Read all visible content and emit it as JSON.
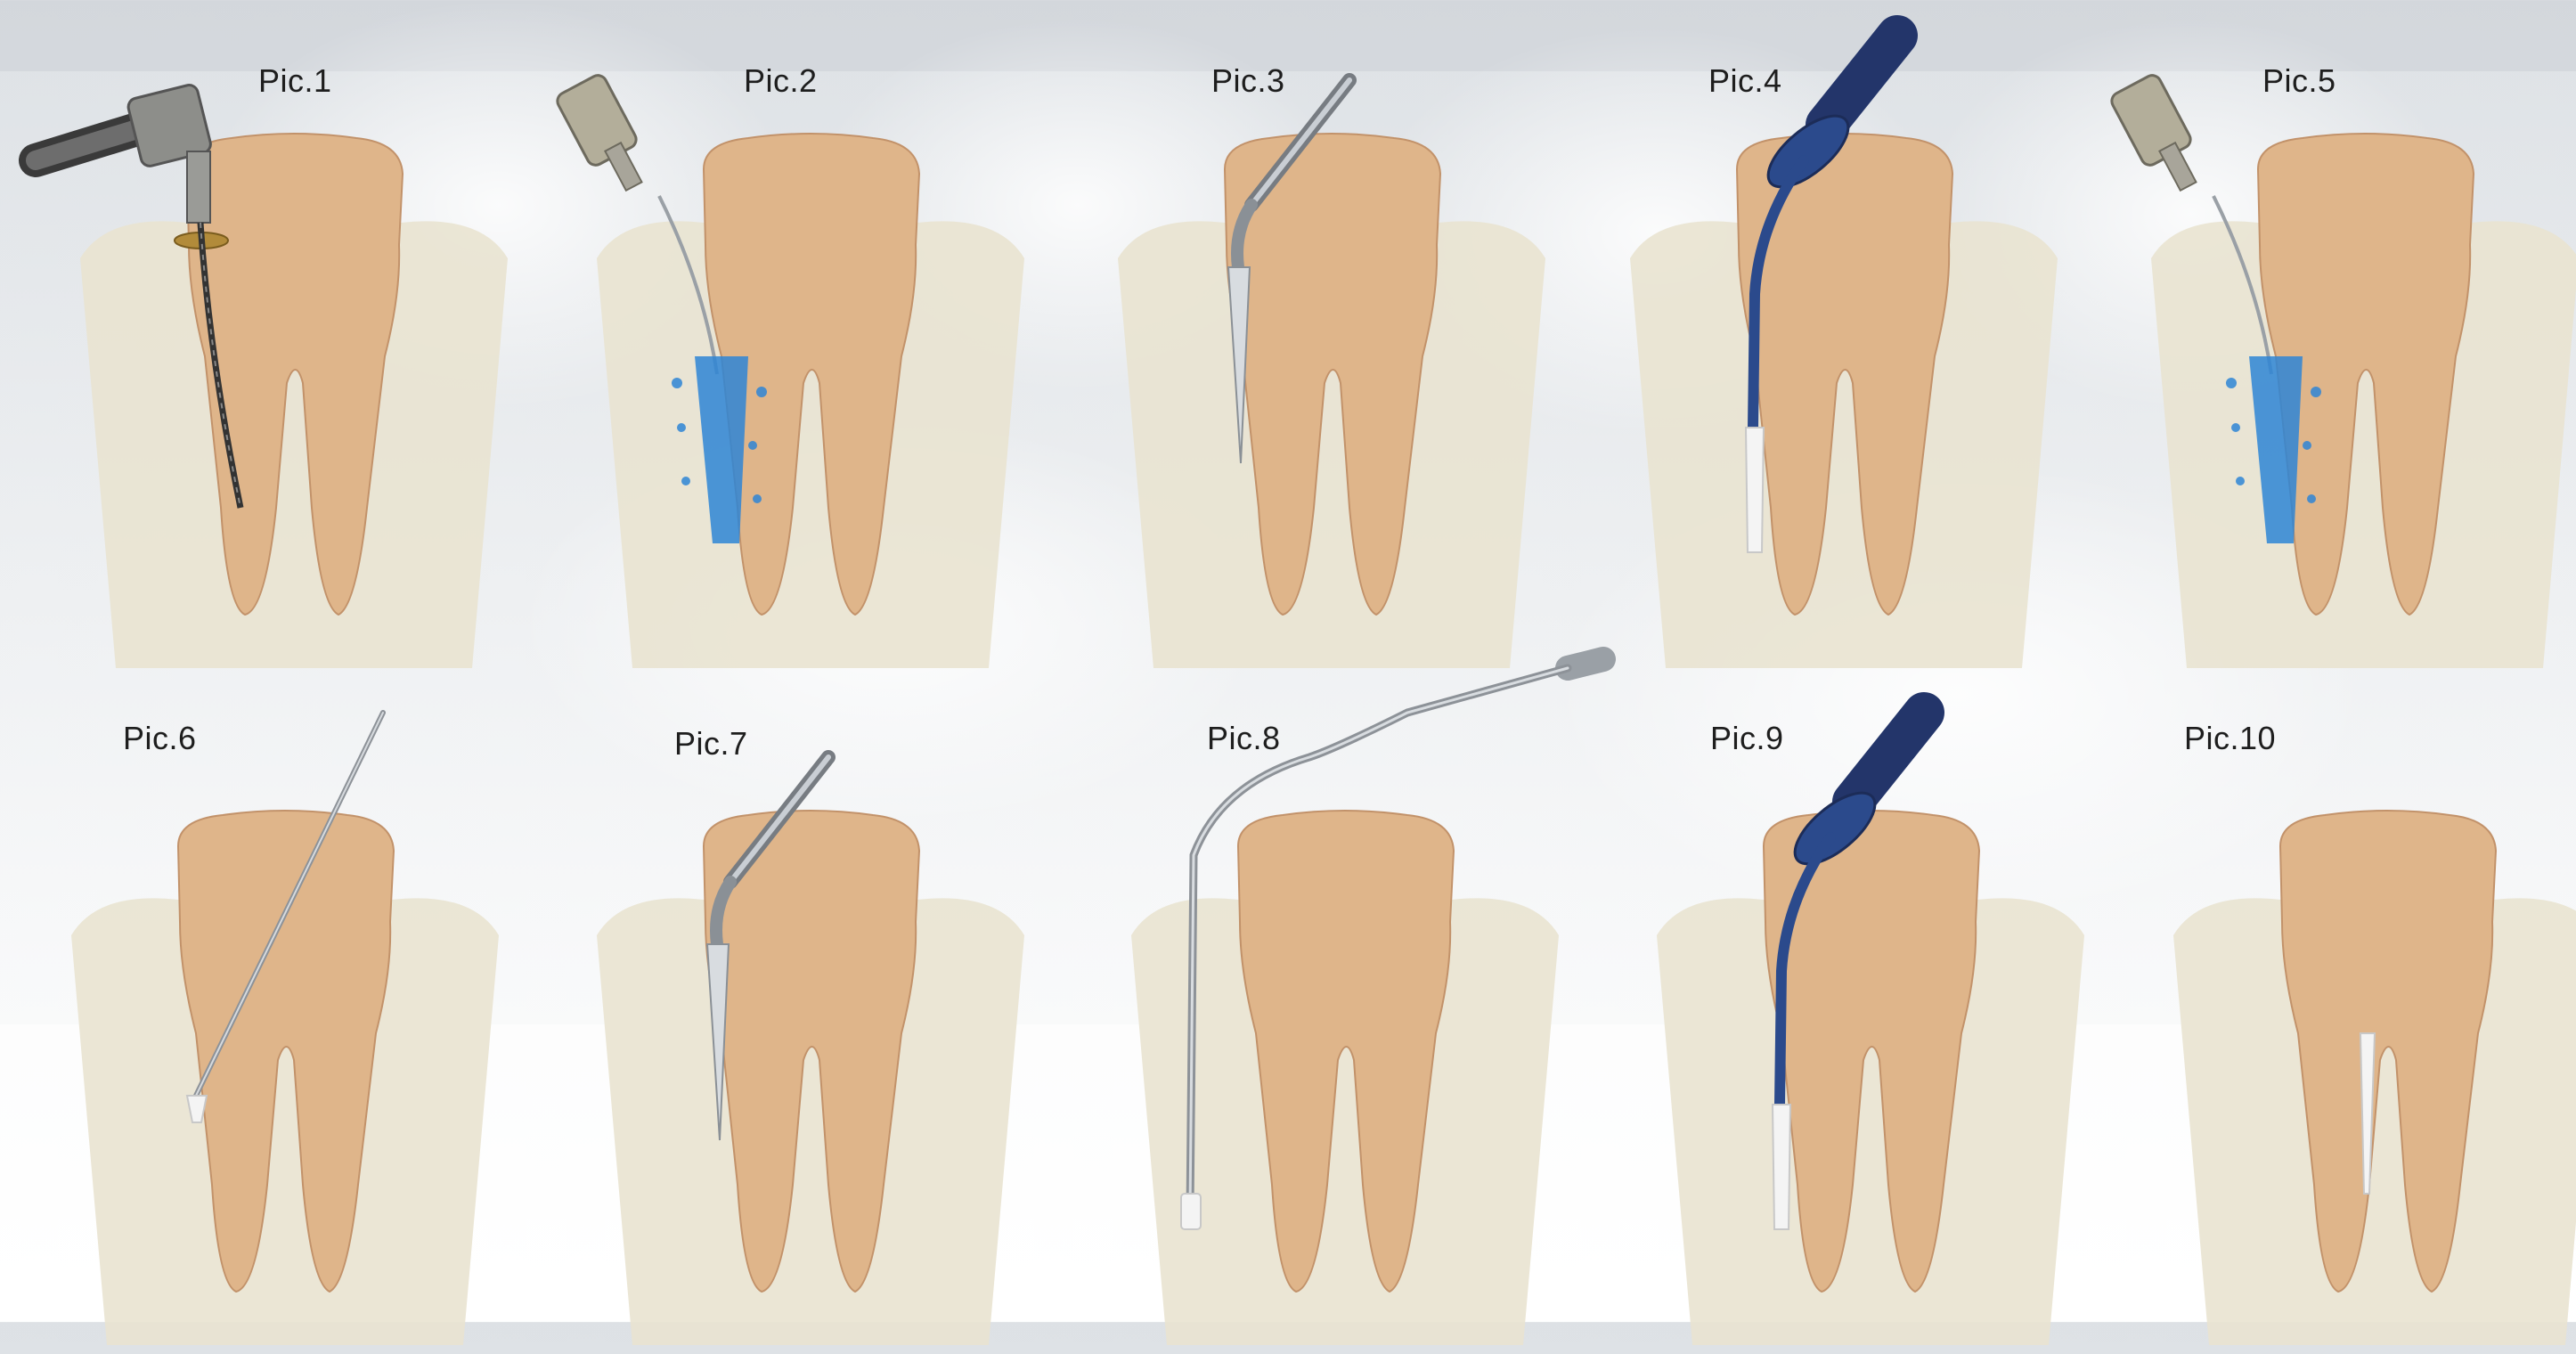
{
  "panels": [
    {
      "label": "Pic.1",
      "instrument": "handpiece-file-icon"
    },
    {
      "label": "Pic.2",
      "instrument": "irrigation-syringe-icon"
    },
    {
      "label": "Pic.3",
      "instrument": "spreader-instrument-icon"
    },
    {
      "label": "Pic.4",
      "instrument": "obturation-gun-icon"
    },
    {
      "label": "Pic.5",
      "instrument": "irrigation-syringe-icon"
    },
    {
      "label": "Pic.6",
      "instrument": "cone-placement-probe-icon"
    },
    {
      "label": "Pic.7",
      "instrument": "spreader-instrument-icon"
    },
    {
      "label": "Pic.8",
      "instrument": "heated-plugger-icon"
    },
    {
      "label": "Pic.9",
      "instrument": "obturation-gun-icon"
    },
    {
      "label": "Pic.10",
      "instrument": "none"
    }
  ],
  "colors": {
    "gum": "#c03055",
    "bone": "#efe8d2",
    "enamel": "#f3eee2",
    "dentin": "#e0b98e",
    "pulp": "#c96b6b",
    "irrigant": "#2f86d6",
    "obturation-gun": "#27407a",
    "metal": "#a9aeb4"
  }
}
